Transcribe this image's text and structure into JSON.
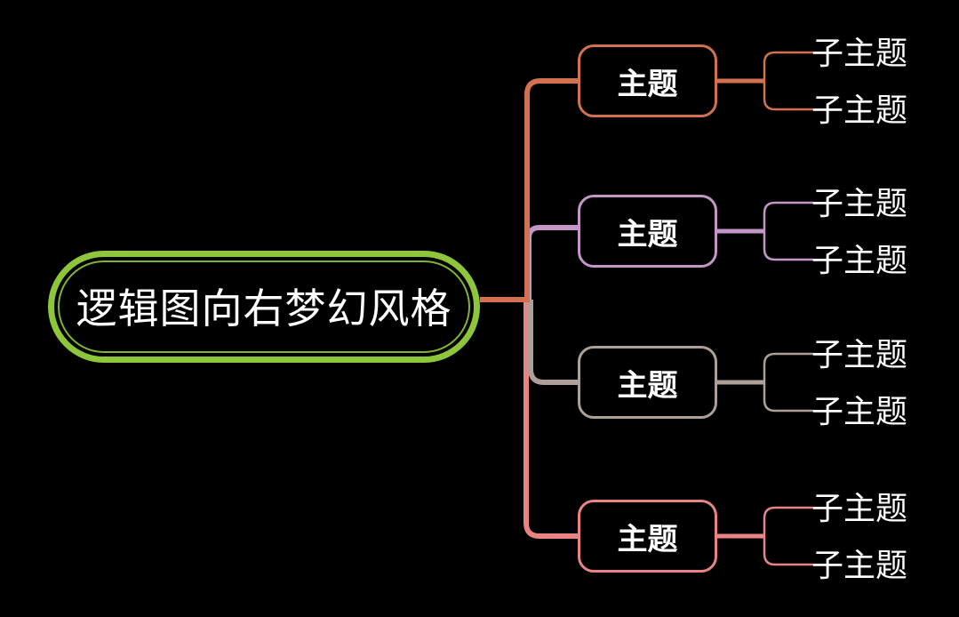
{
  "canvas": {
    "background_color": "#000000",
    "text_color": "#ffffff"
  },
  "root": {
    "label": "逻辑图向右梦幻风格",
    "border_color": "#8dc63a"
  },
  "branches": [
    {
      "label": "主题",
      "color": "#d2714f",
      "children": [
        {
          "label": "子主题"
        },
        {
          "label": "子主题"
        }
      ]
    },
    {
      "label": "主题",
      "color": "#c495c7",
      "children": [
        {
          "label": "子主题"
        },
        {
          "label": "子主题"
        }
      ]
    },
    {
      "label": "主题",
      "color": "#aca099",
      "children": [
        {
          "label": "子主题"
        },
        {
          "label": "子主题"
        }
      ]
    },
    {
      "label": "主题",
      "color": "#e88484",
      "children": [
        {
          "label": "子主题"
        },
        {
          "label": "子主题"
        }
      ]
    }
  ]
}
